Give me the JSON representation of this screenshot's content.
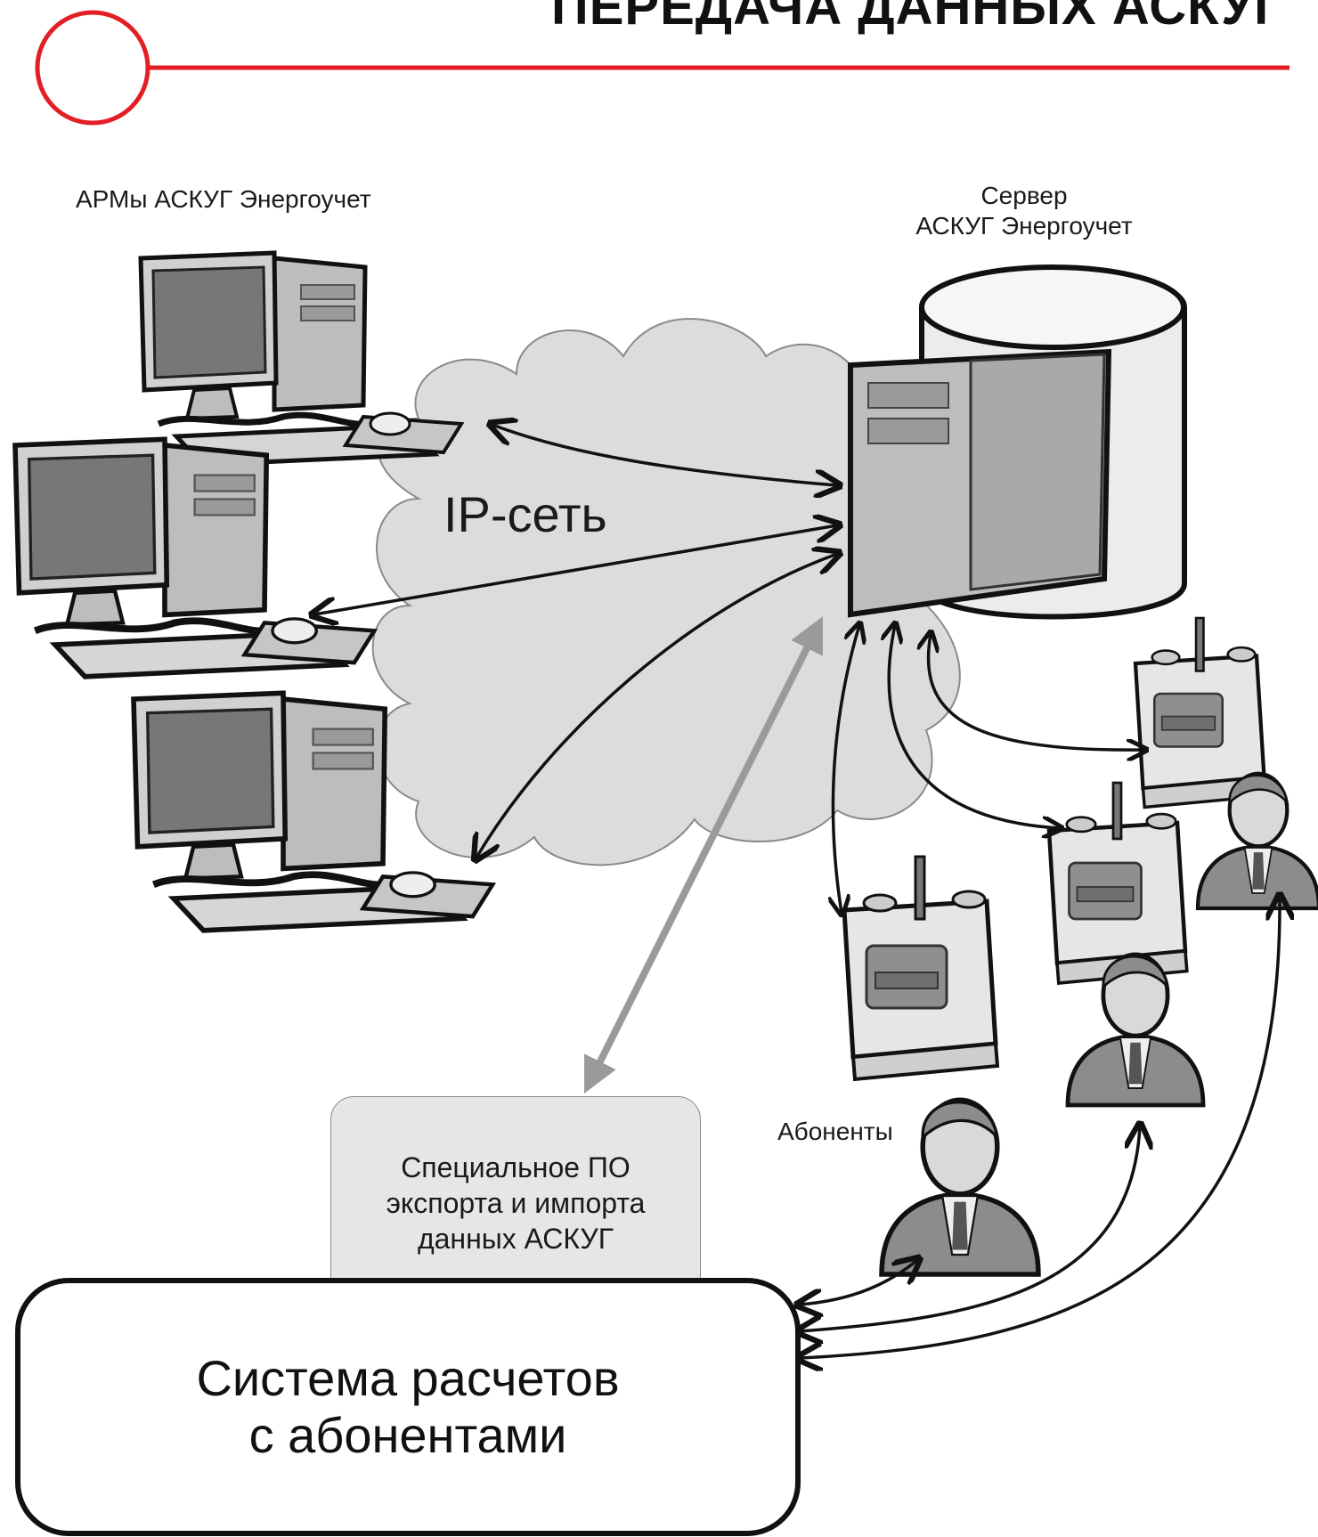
{
  "header": {
    "title": "ПЕРЕДАЧА ДАННЫХ АСКУГ"
  },
  "labels": {
    "workstations": "АРМы  АСКУГ Энергоучет",
    "server_line1": "Сервер",
    "server_line2": "АСКУГ Энергоучет",
    "network": "IP-сеть",
    "subscribers": "Абоненты"
  },
  "software_box": {
    "line1": "Специальное ПО",
    "line2": "экспорта и импорта",
    "line3": "данных АСКУГ"
  },
  "billing_box": {
    "line1": "Система расчетов",
    "line2": "с абонентами"
  },
  "colors": {
    "accent": "#e31e24",
    "cloud": "#dcdcdc",
    "device": "#c9c9c9",
    "dark_device": "#8a8a8a",
    "grey_arrow": "#9a9a9a"
  },
  "icons": [
    "computer-icon",
    "server-icon",
    "gas-meter-icon",
    "person-icon"
  ]
}
